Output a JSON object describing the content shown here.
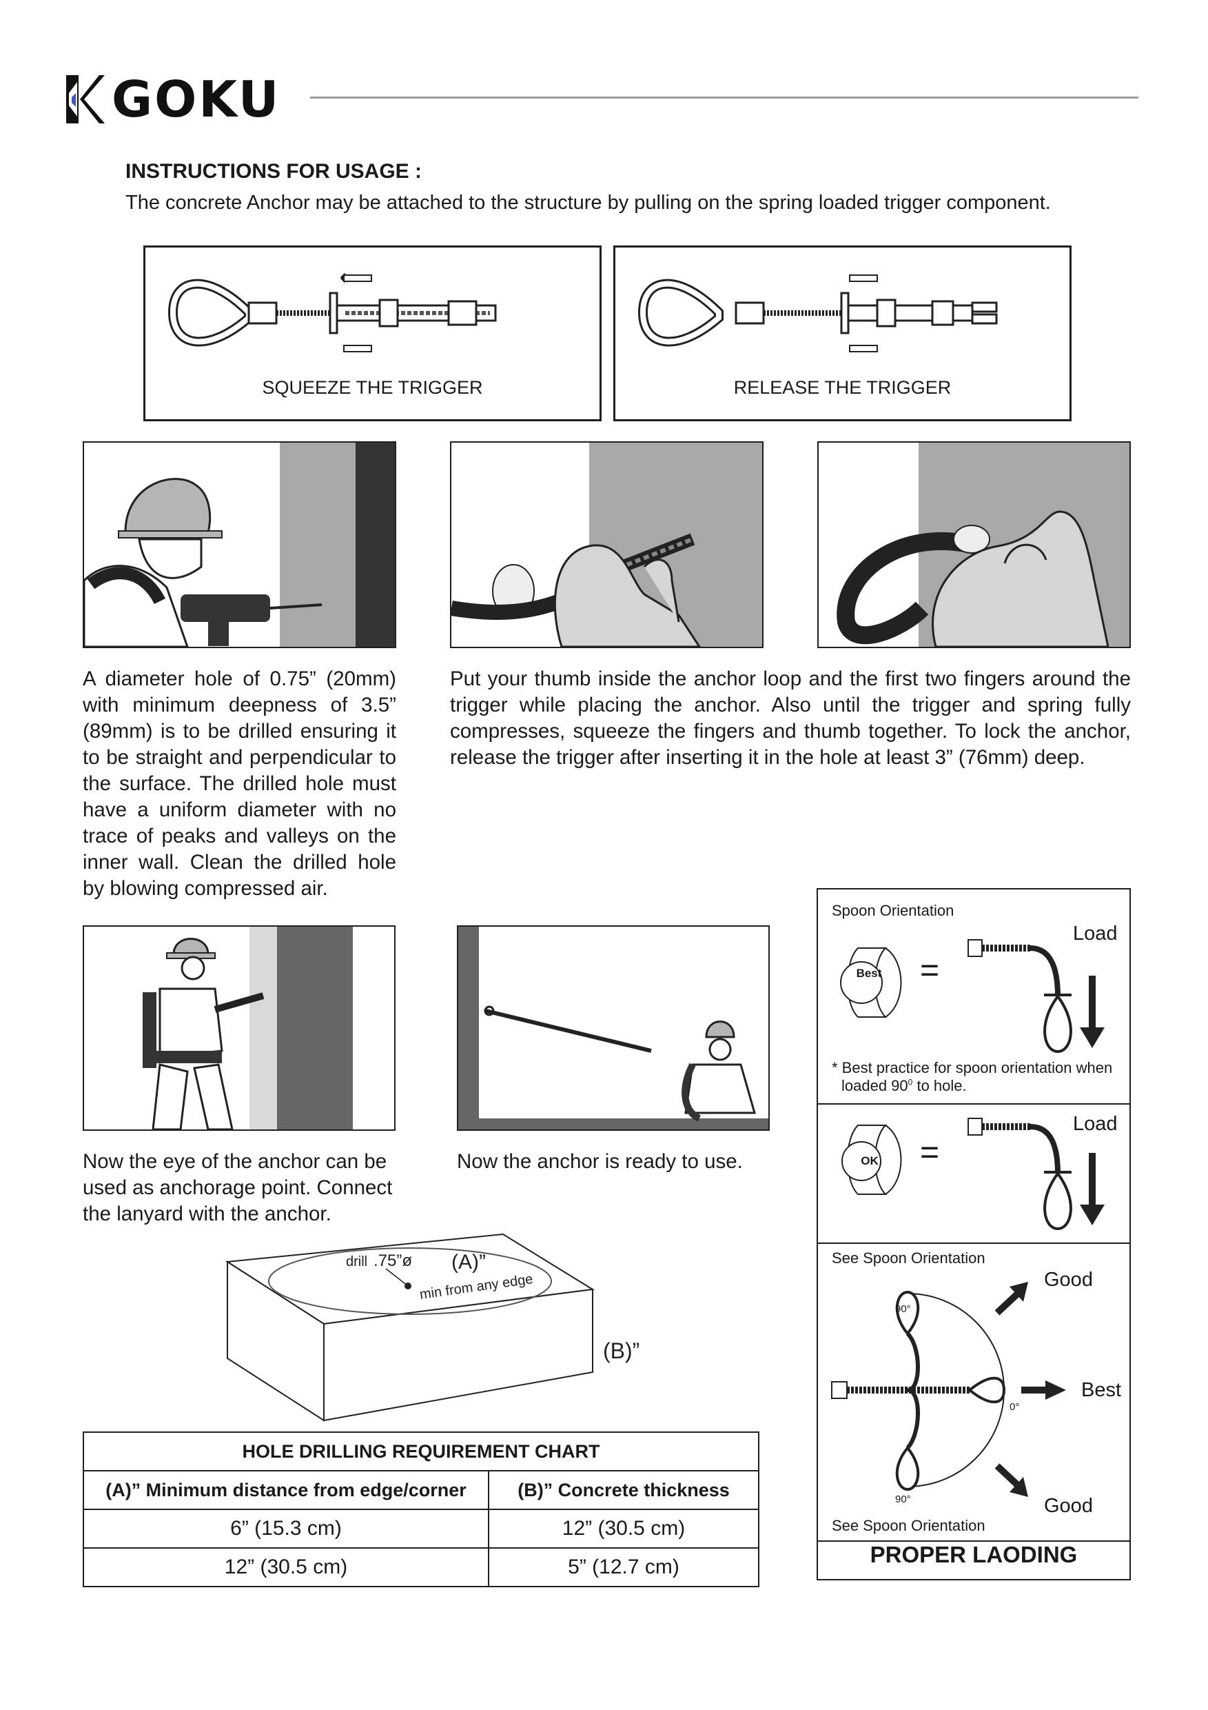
{
  "header": {
    "brand": "GOKU"
  },
  "instructions": {
    "heading": "INSTRUCTIONS FOR USAGE :",
    "intro": "The concrete Anchor may be attached to the structure by pulling on the spring loaded trigger component."
  },
  "trigger_panels": [
    {
      "caption": "SQUEEZE THE TRIGGER"
    },
    {
      "caption": "RELEASE THE TRIGGER"
    }
  ],
  "steps": {
    "drill": "A diameter hole of 0.75” (20mm) with minimum deepness of 3.5” (89mm) is to be drilled ensuring it to be straight and perpendicular to the surface. The drilled hole must have a uniform diameter with no trace of peaks and valleys on the inner wall. Clean the drilled hole by blowing compressed air.",
    "insert": "Put your thumb inside the anchor loop and the first two fingers around the trigger while placing the anchor. Also until the trigger and spring fully compresses, squeeze the fingers and thumb together. To lock the anchor, release the trigger after inserting it in the hole at least 3” (76mm) deep.",
    "connect": "Now the eye of the anchor can be used as anchorage point. Connect the lanyard with the anchor.",
    "ready": "Now the anchor is ready to use."
  },
  "block_diagram": {
    "drill_label": "drill",
    "diameter": ".75”ø",
    "a_label": "(A)”",
    "edge_label": "min from any edge",
    "b_label": "(B)”"
  },
  "hole_chart": {
    "title": "HOLE DRILLING REQUIREMENT CHART",
    "headers": [
      "(A)” Minimum distance from edge/corner",
      "(B)” Concrete thickness"
    ],
    "rows": [
      [
        "6” (15.3 cm)",
        "12” (30.5 cm)"
      ],
      [
        "12” (30.5 cm)",
        "5” (12.7 cm)"
      ]
    ]
  },
  "spoon": {
    "title": "Spoon Orientation",
    "load": "Load",
    "best_badge": "Best",
    "ok_badge": "OK",
    "equals": "=",
    "note_line1": "* Best practice for spoon orientation when",
    "note_line2_pre": "loaded 90",
    "note_line2_sup": "0",
    "note_line2_post": " to hole."
  },
  "loading": {
    "see_top": "See Spoon Orientation",
    "good": "Good",
    "best": "Best",
    "deg_90": "90°",
    "deg_0": "0°",
    "see_bottom": "See Spoon Orientation",
    "footer": "PROPER LAODING"
  }
}
